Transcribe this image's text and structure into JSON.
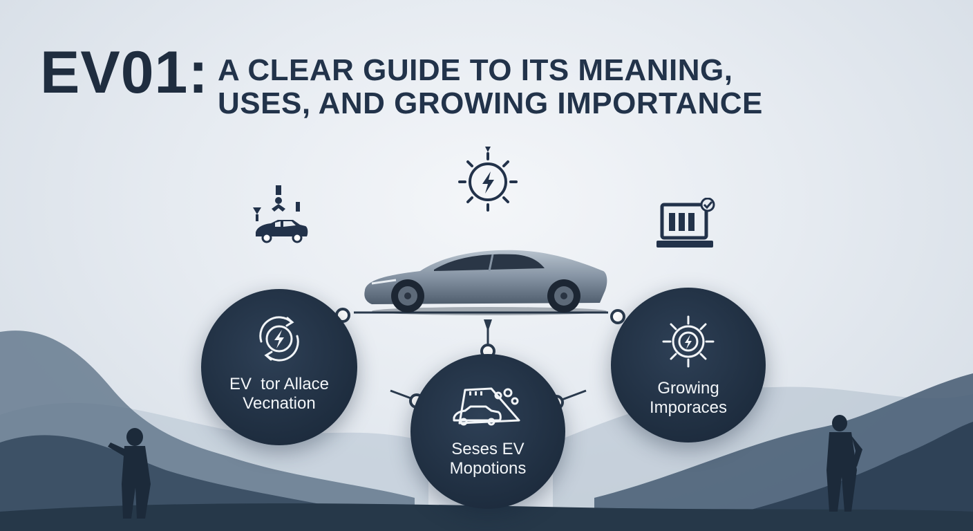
{
  "title": {
    "main": "EV01:",
    "line1": "A CLEAR GUIDE TO ITS MEANING,",
    "line2": "USES, AND GROWING IMPORTANCE"
  },
  "cards": [
    {
      "line1": "EV  tor Allace",
      "line2": "Vecnation",
      "icon": "charging-cycle-icon"
    },
    {
      "line1": "Seses EV",
      "line2": "Mopotions",
      "icon": "car-scene-icon"
    },
    {
      "line1": "Growing",
      "line2": "Imporaces",
      "icon": "gear-bolt-icon"
    }
  ],
  "icons": [
    "sun-bolt-icon",
    "people-car-icon",
    "laptop-check-icon",
    "electric-car"
  ],
  "colors": {
    "dark": "#1f2d3f",
    "circle": "#22324a",
    "background": "#e6ebf1"
  }
}
